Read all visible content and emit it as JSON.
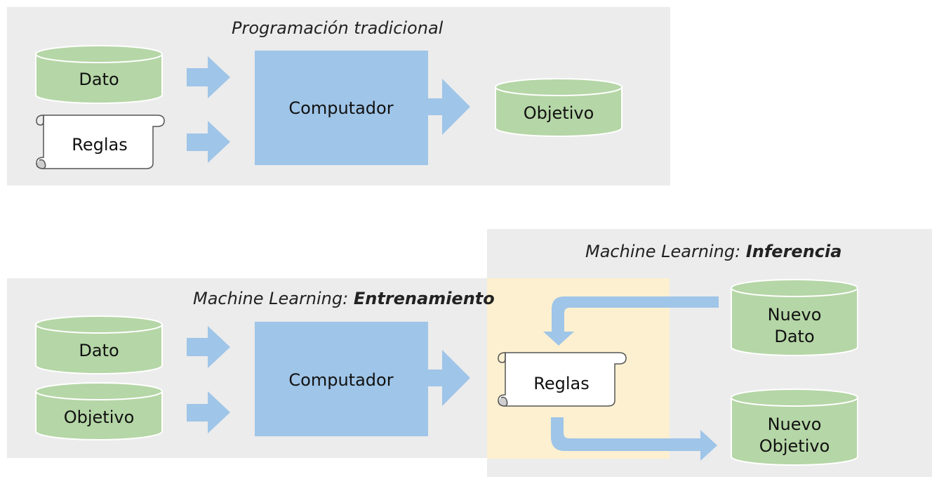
{
  "colors": {
    "panel_bg": "#ececec",
    "highlight_bg": "#fdf0d0",
    "cylinder_fill": "#b5d6a6",
    "cylinder_stroke": "#ffffff",
    "computer_fill": "#9fc5e8",
    "arrow_fill": "#9fc5e8",
    "scroll_fill": "#ffffff",
    "scroll_stroke": "#555555"
  },
  "traditional": {
    "title": "Programación tradicional",
    "data_label": "Dato",
    "rules_label": "Reglas",
    "computer_label": "Computador",
    "output_label": "Objetivo"
  },
  "training": {
    "title_prefix": "Machine Learning: ",
    "title_bold": "Entrenamiento",
    "data_label": "Dato",
    "target_label": "Objetivo",
    "computer_label": "Computador"
  },
  "inference": {
    "title_prefix": "Machine Learning: ",
    "title_bold": "Inferencia",
    "rules_label": "Reglas",
    "new_data_line1": "Nuevo",
    "new_data_line2": "Dato",
    "new_target_line1": "Nuevo",
    "new_target_line2": "Objetivo"
  }
}
